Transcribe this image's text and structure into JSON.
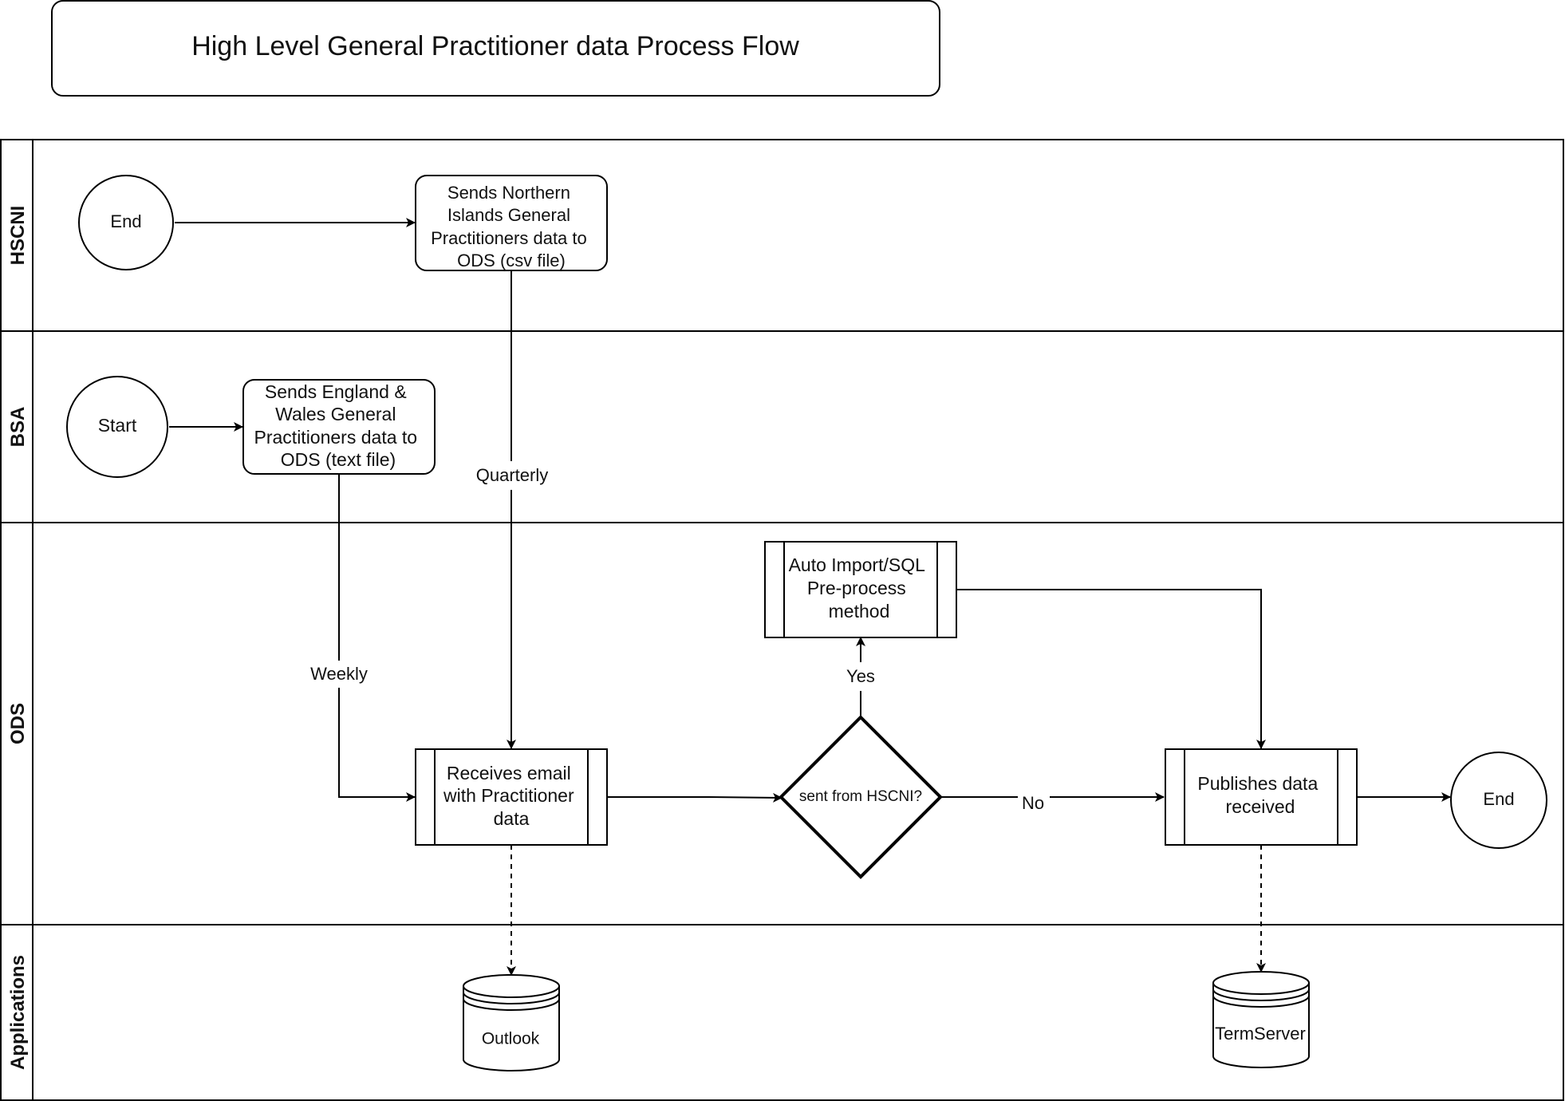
{
  "title": "High Level General Practitioner data Process Flow",
  "lanes": {
    "hscni": "HSCNI",
    "bsa": "BSA",
    "ods": "ODS",
    "applications": "Applications"
  },
  "nodes": {
    "hscni_end": "End",
    "hscni_send": [
      "Sends Northern",
      "Islands General",
      "Practitioners data to",
      "ODS (csv file)"
    ],
    "bsa_start": "Start",
    "bsa_send": [
      "Sends England &",
      "Wales General",
      "Practitioners data to",
      "ODS (text file)"
    ],
    "receives_email": [
      "Receives email",
      "with Practitioner",
      "data"
    ],
    "decision": "sent from HSCNI?",
    "auto_import": [
      "Auto Import/SQL",
      "Pre-process",
      "method"
    ],
    "publishes": [
      "Publishes data",
      "received"
    ],
    "ods_end": "End",
    "outlook": "Outlook",
    "termserver": "TermServer"
  },
  "edge_labels": {
    "quarterly": "Quarterly",
    "weekly": "Weekly",
    "yes": "Yes",
    "no": "No"
  }
}
